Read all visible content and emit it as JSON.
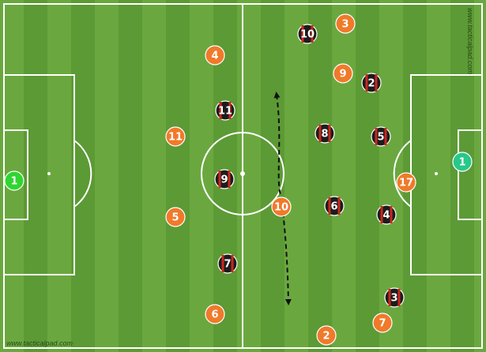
{
  "watermarks": {
    "top_right": "www.tacticalpad.com",
    "bottom_left": "www.tacticalpad.com"
  },
  "colors": {
    "grass_light": "#6aa83f",
    "grass_dark": "#5c9a35",
    "line": "#ffffff",
    "orange_team": "#f07a2a",
    "black_team": "#1c1c1c",
    "black_team_stripe": "#c8281e",
    "gk_left": "#2fd62f",
    "gk_right": "#27c88a"
  },
  "players": {
    "orange": [
      {
        "number": "4"
      },
      {
        "number": "11"
      },
      {
        "number": "5"
      },
      {
        "number": "6"
      },
      {
        "number": "3"
      },
      {
        "number": "9"
      },
      {
        "number": "10"
      },
      {
        "number": "17"
      },
      {
        "number": "7"
      },
      {
        "number": "2"
      }
    ],
    "black": [
      {
        "number": "10"
      },
      {
        "number": "2"
      },
      {
        "number": "11"
      },
      {
        "number": "8"
      },
      {
        "number": "5"
      },
      {
        "number": "9"
      },
      {
        "number": "6"
      },
      {
        "number": "4"
      },
      {
        "number": "7"
      },
      {
        "number": "3"
      }
    ],
    "goalkeepers": [
      {
        "number": "1",
        "team": "left"
      },
      {
        "number": "1",
        "team": "right"
      }
    ]
  },
  "annotations": {
    "movement_arrow": {
      "style": "dashed",
      "direction": "both"
    }
  }
}
